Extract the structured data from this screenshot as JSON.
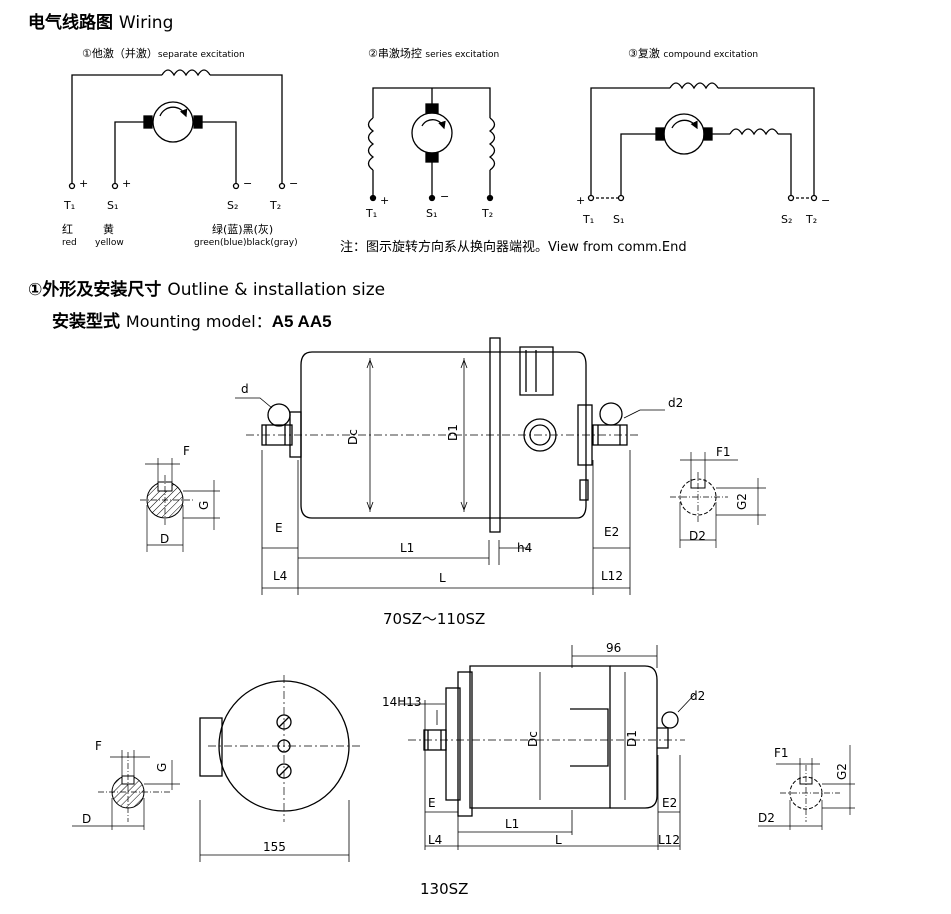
{
  "wiring": {
    "title_cn": "电气线路图",
    "title_en": "Wiring",
    "sep": {
      "num": "①他激（并激）",
      "en": "separate  excitation"
    },
    "ser": {
      "num": "②串激场控",
      "en": "series  excitation"
    },
    "comp": {
      "num": "③复激",
      "en": "compound  excitation"
    },
    "terminals": {
      "T1": "T₁",
      "S1": "S₁",
      "S2": "S₂",
      "T2": "T₂",
      "plus": "+",
      "minus": "−"
    },
    "colors": {
      "red_cn": "红",
      "red_en": "red",
      "yellow_cn": "黄",
      "yellow_en": "yellow",
      "gb_cn": "绿(蓝)黑(灰)",
      "gb_en": "green(blue)black(gray)"
    },
    "note": "注：图示旋转方向系从换向器端视。View from comm.End"
  },
  "outline": {
    "title_cn": "①外形及安装尺寸",
    "title_en": "Outline & installation size",
    "mount_cn": "安装型式",
    "mount_en": "Mounting model：",
    "mount_models": "A5  AA5"
  },
  "dims": {
    "d": "d",
    "d2": "d2",
    "F": "F",
    "G": "G",
    "D": "D",
    "F1": "F1",
    "G2": "G2",
    "D2": "D2",
    "Dc": "Dc",
    "D1": "D1",
    "E": "E",
    "E2": "E2",
    "L1": "L1",
    "L": "L",
    "L4": "L4",
    "L12": "L12",
    "h4": "h4",
    "n96": "96",
    "n155": "155",
    "n14H13": "14H13"
  },
  "captions": {
    "top": "70SZ～110SZ",
    "bottom": "130SZ"
  }
}
